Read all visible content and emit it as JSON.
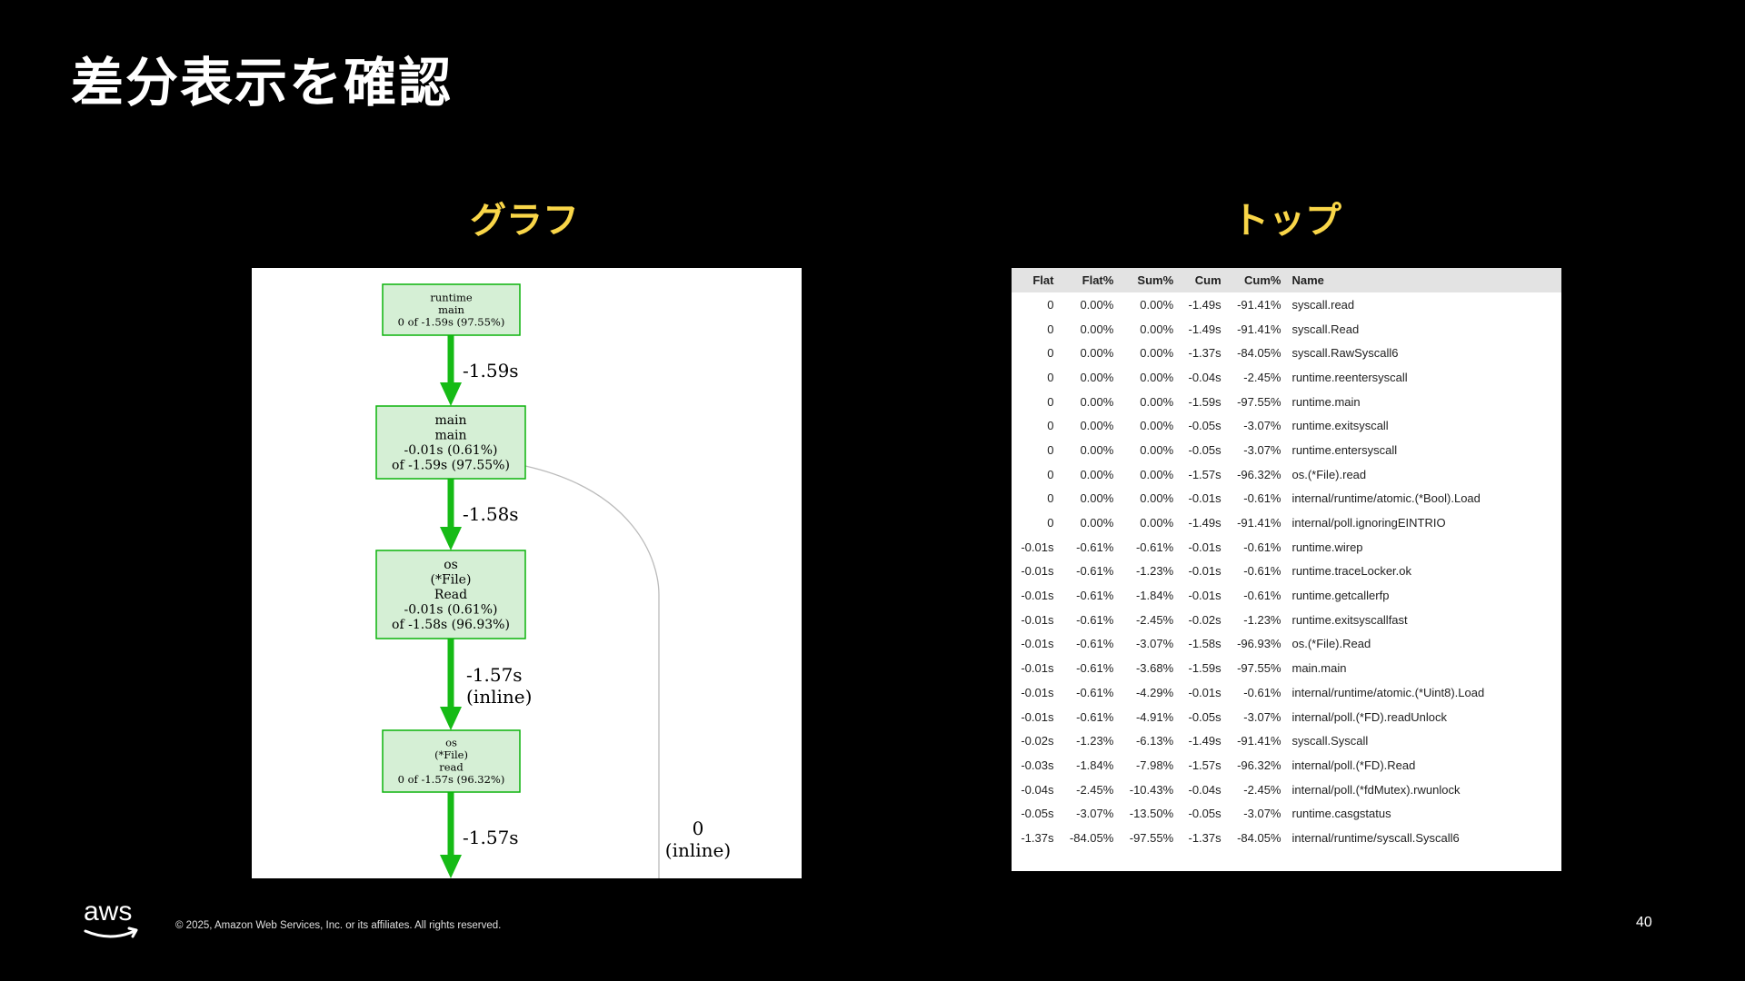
{
  "slide": {
    "title": "差分表示を確認",
    "graph_heading": "グラフ",
    "top_heading": "トップ",
    "copyright": "© 2025, Amazon Web Services, Inc. or its affiliates. All rights reserved.",
    "logo_text": "aws",
    "page_number": "40"
  },
  "colors": {
    "heading_yellow": "#f9d648",
    "node_fill": "#d5efd5",
    "node_border": "#0bb30b",
    "edge_green": "#16bb16",
    "edge_grey": "#bbbbbb"
  },
  "graph": {
    "nodes": [
      {
        "lines": [
          "runtime",
          "main",
          "0 of -1.59s (97.55%)"
        ]
      },
      {
        "lines": [
          "main",
          "main",
          "-0.01s (0.61%)",
          "of -1.59s (97.55%)"
        ]
      },
      {
        "lines": [
          "os",
          "(*File)",
          "Read",
          "-0.01s (0.61%)",
          "of -1.58s (96.93%)"
        ]
      },
      {
        "lines": [
          "os",
          "(*File)",
          "read",
          "0 of -1.57s (96.32%)"
        ]
      }
    ],
    "edges": [
      {
        "lines": [
          "-1.59s"
        ]
      },
      {
        "lines": [
          "-1.58s"
        ]
      },
      {
        "lines": [
          "-1.57s",
          "(inline)"
        ]
      },
      {
        "lines": [
          "-1.57s"
        ]
      },
      {
        "lines": [
          "0",
          "(inline)"
        ]
      }
    ]
  },
  "top": {
    "columns": [
      "Flat",
      "Flat%",
      "Sum%",
      "Cum",
      "Cum%",
      "Name"
    ],
    "rows": [
      [
        "0",
        "0.00%",
        "0.00%",
        "-1.49s",
        "-91.41%",
        "syscall.read"
      ],
      [
        "0",
        "0.00%",
        "0.00%",
        "-1.49s",
        "-91.41%",
        "syscall.Read"
      ],
      [
        "0",
        "0.00%",
        "0.00%",
        "-1.37s",
        "-84.05%",
        "syscall.RawSyscall6"
      ],
      [
        "0",
        "0.00%",
        "0.00%",
        "-0.04s",
        "-2.45%",
        "runtime.reentersyscall"
      ],
      [
        "0",
        "0.00%",
        "0.00%",
        "-1.59s",
        "-97.55%",
        "runtime.main"
      ],
      [
        "0",
        "0.00%",
        "0.00%",
        "-0.05s",
        "-3.07%",
        "runtime.exitsyscall"
      ],
      [
        "0",
        "0.00%",
        "0.00%",
        "-0.05s",
        "-3.07%",
        "runtime.entersyscall"
      ],
      [
        "0",
        "0.00%",
        "0.00%",
        "-1.57s",
        "-96.32%",
        "os.(*File).read"
      ],
      [
        "0",
        "0.00%",
        "0.00%",
        "-0.01s",
        "-0.61%",
        "internal/runtime/atomic.(*Bool).Load"
      ],
      [
        "0",
        "0.00%",
        "0.00%",
        "-1.49s",
        "-91.41%",
        "internal/poll.ignoringEINTRIO"
      ],
      [
        "-0.01s",
        "-0.61%",
        "-0.61%",
        "-0.01s",
        "-0.61%",
        "runtime.wirep"
      ],
      [
        "-0.01s",
        "-0.61%",
        "-1.23%",
        "-0.01s",
        "-0.61%",
        "runtime.traceLocker.ok"
      ],
      [
        "-0.01s",
        "-0.61%",
        "-1.84%",
        "-0.01s",
        "-0.61%",
        "runtime.getcallerfp"
      ],
      [
        "-0.01s",
        "-0.61%",
        "-2.45%",
        "-0.02s",
        "-1.23%",
        "runtime.exitsyscallfast"
      ],
      [
        "-0.01s",
        "-0.61%",
        "-3.07%",
        "-1.58s",
        "-96.93%",
        "os.(*File).Read"
      ],
      [
        "-0.01s",
        "-0.61%",
        "-3.68%",
        "-1.59s",
        "-97.55%",
        "main.main"
      ],
      [
        "-0.01s",
        "-0.61%",
        "-4.29%",
        "-0.01s",
        "-0.61%",
        "internal/runtime/atomic.(*Uint8).Load"
      ],
      [
        "-0.01s",
        "-0.61%",
        "-4.91%",
        "-0.05s",
        "-3.07%",
        "internal/poll.(*FD).readUnlock"
      ],
      [
        "-0.02s",
        "-1.23%",
        "-6.13%",
        "-1.49s",
        "-91.41%",
        "syscall.Syscall"
      ],
      [
        "-0.03s",
        "-1.84%",
        "-7.98%",
        "-1.57s",
        "-96.32%",
        "internal/poll.(*FD).Read"
      ],
      [
        "-0.04s",
        "-2.45%",
        "-10.43%",
        "-0.04s",
        "-2.45%",
        "internal/poll.(*fdMutex).rwunlock"
      ],
      [
        "-0.05s",
        "-3.07%",
        "-13.50%",
        "-0.05s",
        "-3.07%",
        "runtime.casgstatus"
      ],
      [
        "-1.37s",
        "-84.05%",
        "-97.55%",
        "-1.37s",
        "-84.05%",
        "internal/runtime/syscall.Syscall6"
      ]
    ]
  }
}
